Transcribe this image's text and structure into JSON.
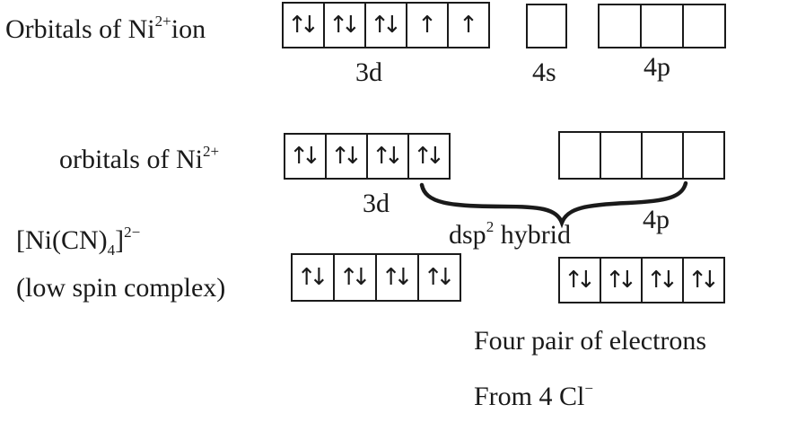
{
  "rows": {
    "ion": {
      "label": "Orbitals of",
      "species": "Ni",
      "charge": "2+",
      "suffix": "ion",
      "d_boxes": [
        "↑↓",
        "↑↓",
        "↑↓",
        "↑",
        "↑"
      ],
      "s_boxes": [
        ""
      ],
      "p_boxes": [
        "",
        "",
        ""
      ],
      "d_label": "3d",
      "s_label": "4s",
      "p_label": "4p"
    },
    "complex_orbitals": {
      "label": "orbitals of",
      "species": "Ni",
      "charge": "2+",
      "d_boxes": [
        "↑↓",
        "↑↓",
        "↑↓",
        "↑↓"
      ],
      "hybrid_boxes": [
        "",
        "",
        "",
        ""
      ],
      "d_label": "3d",
      "p_label": "4p",
      "hybrid_label": "dsp",
      "hybrid_power": "2",
      "hybrid_word": "hybrid"
    },
    "complex": {
      "formula_open": "[Ni(CN)",
      "formula_sub": "4",
      "formula_close": "]",
      "formula_charge": "2−",
      "spin_label": "(low spin complex)",
      "d_boxes": [
        "↑↓",
        "↑↓",
        "↑↓",
        "↑↓"
      ],
      "ligand_boxes": [
        "↑↓",
        "↑↓",
        "↑↓",
        "↑↓"
      ]
    }
  },
  "notes": {
    "line1": "Four pair of electrons",
    "line2_text": "From 4 Cl",
    "line2_charge": "−"
  }
}
